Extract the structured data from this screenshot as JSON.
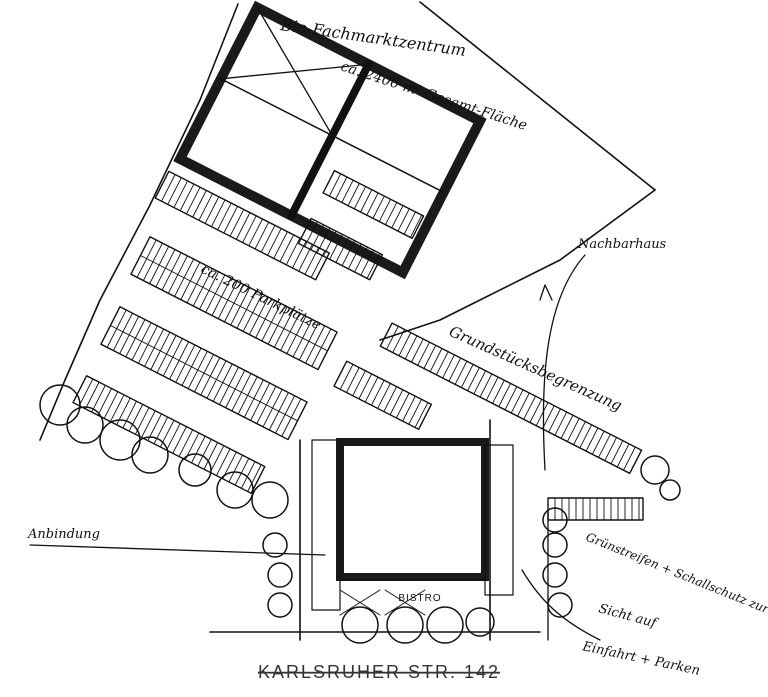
{
  "colors": {
    "ink": "#111111",
    "paper": "#ffffff"
  },
  "labels": {
    "center_title": "Bio-Fachmarktzentrum",
    "center_area": "ca. 2400 m² Gesamt-Fläche",
    "parking": "ca. 200 Parkplätze",
    "neighbour_buildings": "Nachbarhaus",
    "plot_boundary": "Grundstücksbegrenzung",
    "access_road": "Anbindung",
    "green_strip": "Grünstreifen + Schallschutz zur Wohnbebauung",
    "sight_axis": "Sicht auf",
    "entrance": "Einfahrt + Parken",
    "bistro": "BISTRO",
    "street": "KARLSRUHER STR. 142"
  }
}
